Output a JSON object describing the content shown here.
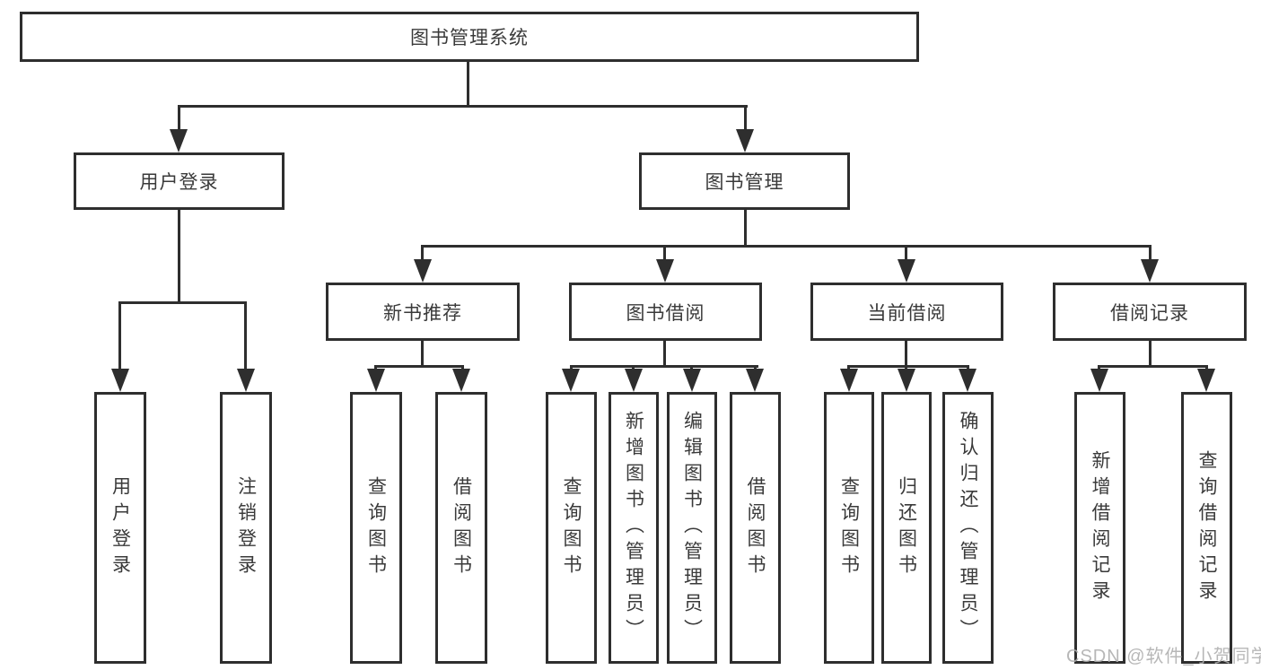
{
  "title": {
    "root": "图书管理系统"
  },
  "level2": {
    "user_login": "用户登录",
    "book_mgmt": "图书管理"
  },
  "level3": {
    "new_book": "新书推荐",
    "book_borrow": "图书借阅",
    "current_borrow": "当前借阅",
    "borrow_record": "借阅记录"
  },
  "leaves": {
    "user_login": "用户登录",
    "logout": "注销登录",
    "nb_query": "查询图书",
    "nb_borrow": "借阅图书",
    "bw_query": "查询图书",
    "bw_add": "新增图书（管理员）",
    "bw_edit": "编辑图书（管理员）",
    "bw_borrow": "借阅图书",
    "cur_query": "查询图书",
    "cur_return": "归还图书",
    "cur_confirm": "确认归还（管理员）",
    "rec_add": "新增借阅记录",
    "rec_query": "查询借阅记录"
  },
  "watermark": "CSDN @软件_小贺同学",
  "colors": {
    "line": "#2e2e2e",
    "text": "#3a3a3a",
    "watermark": "#b0b0b0",
    "background": "#ffffff"
  }
}
